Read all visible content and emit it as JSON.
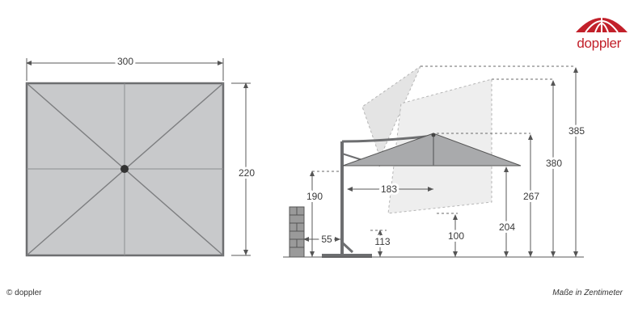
{
  "brand": {
    "name": "doppler",
    "color": "#c2202a"
  },
  "top_view": {
    "width_label": "300",
    "depth_label": "220"
  },
  "side_view": {
    "labels": {
      "overall_max": "385",
      "overall_tilted": "380",
      "canopy_edge": "267",
      "canopy_lowest": "204",
      "arm_height": "190",
      "reach": "183",
      "lowest_tilt": "100",
      "base_height": "113",
      "offset": "55"
    }
  },
  "footer": {
    "copyright": "© doppler",
    "units_note": "Maße in Zentimeter"
  },
  "colors": {
    "canopy": "#c8c9cb",
    "frame": "#6d6e70",
    "ghost": "#e6e6e6"
  }
}
